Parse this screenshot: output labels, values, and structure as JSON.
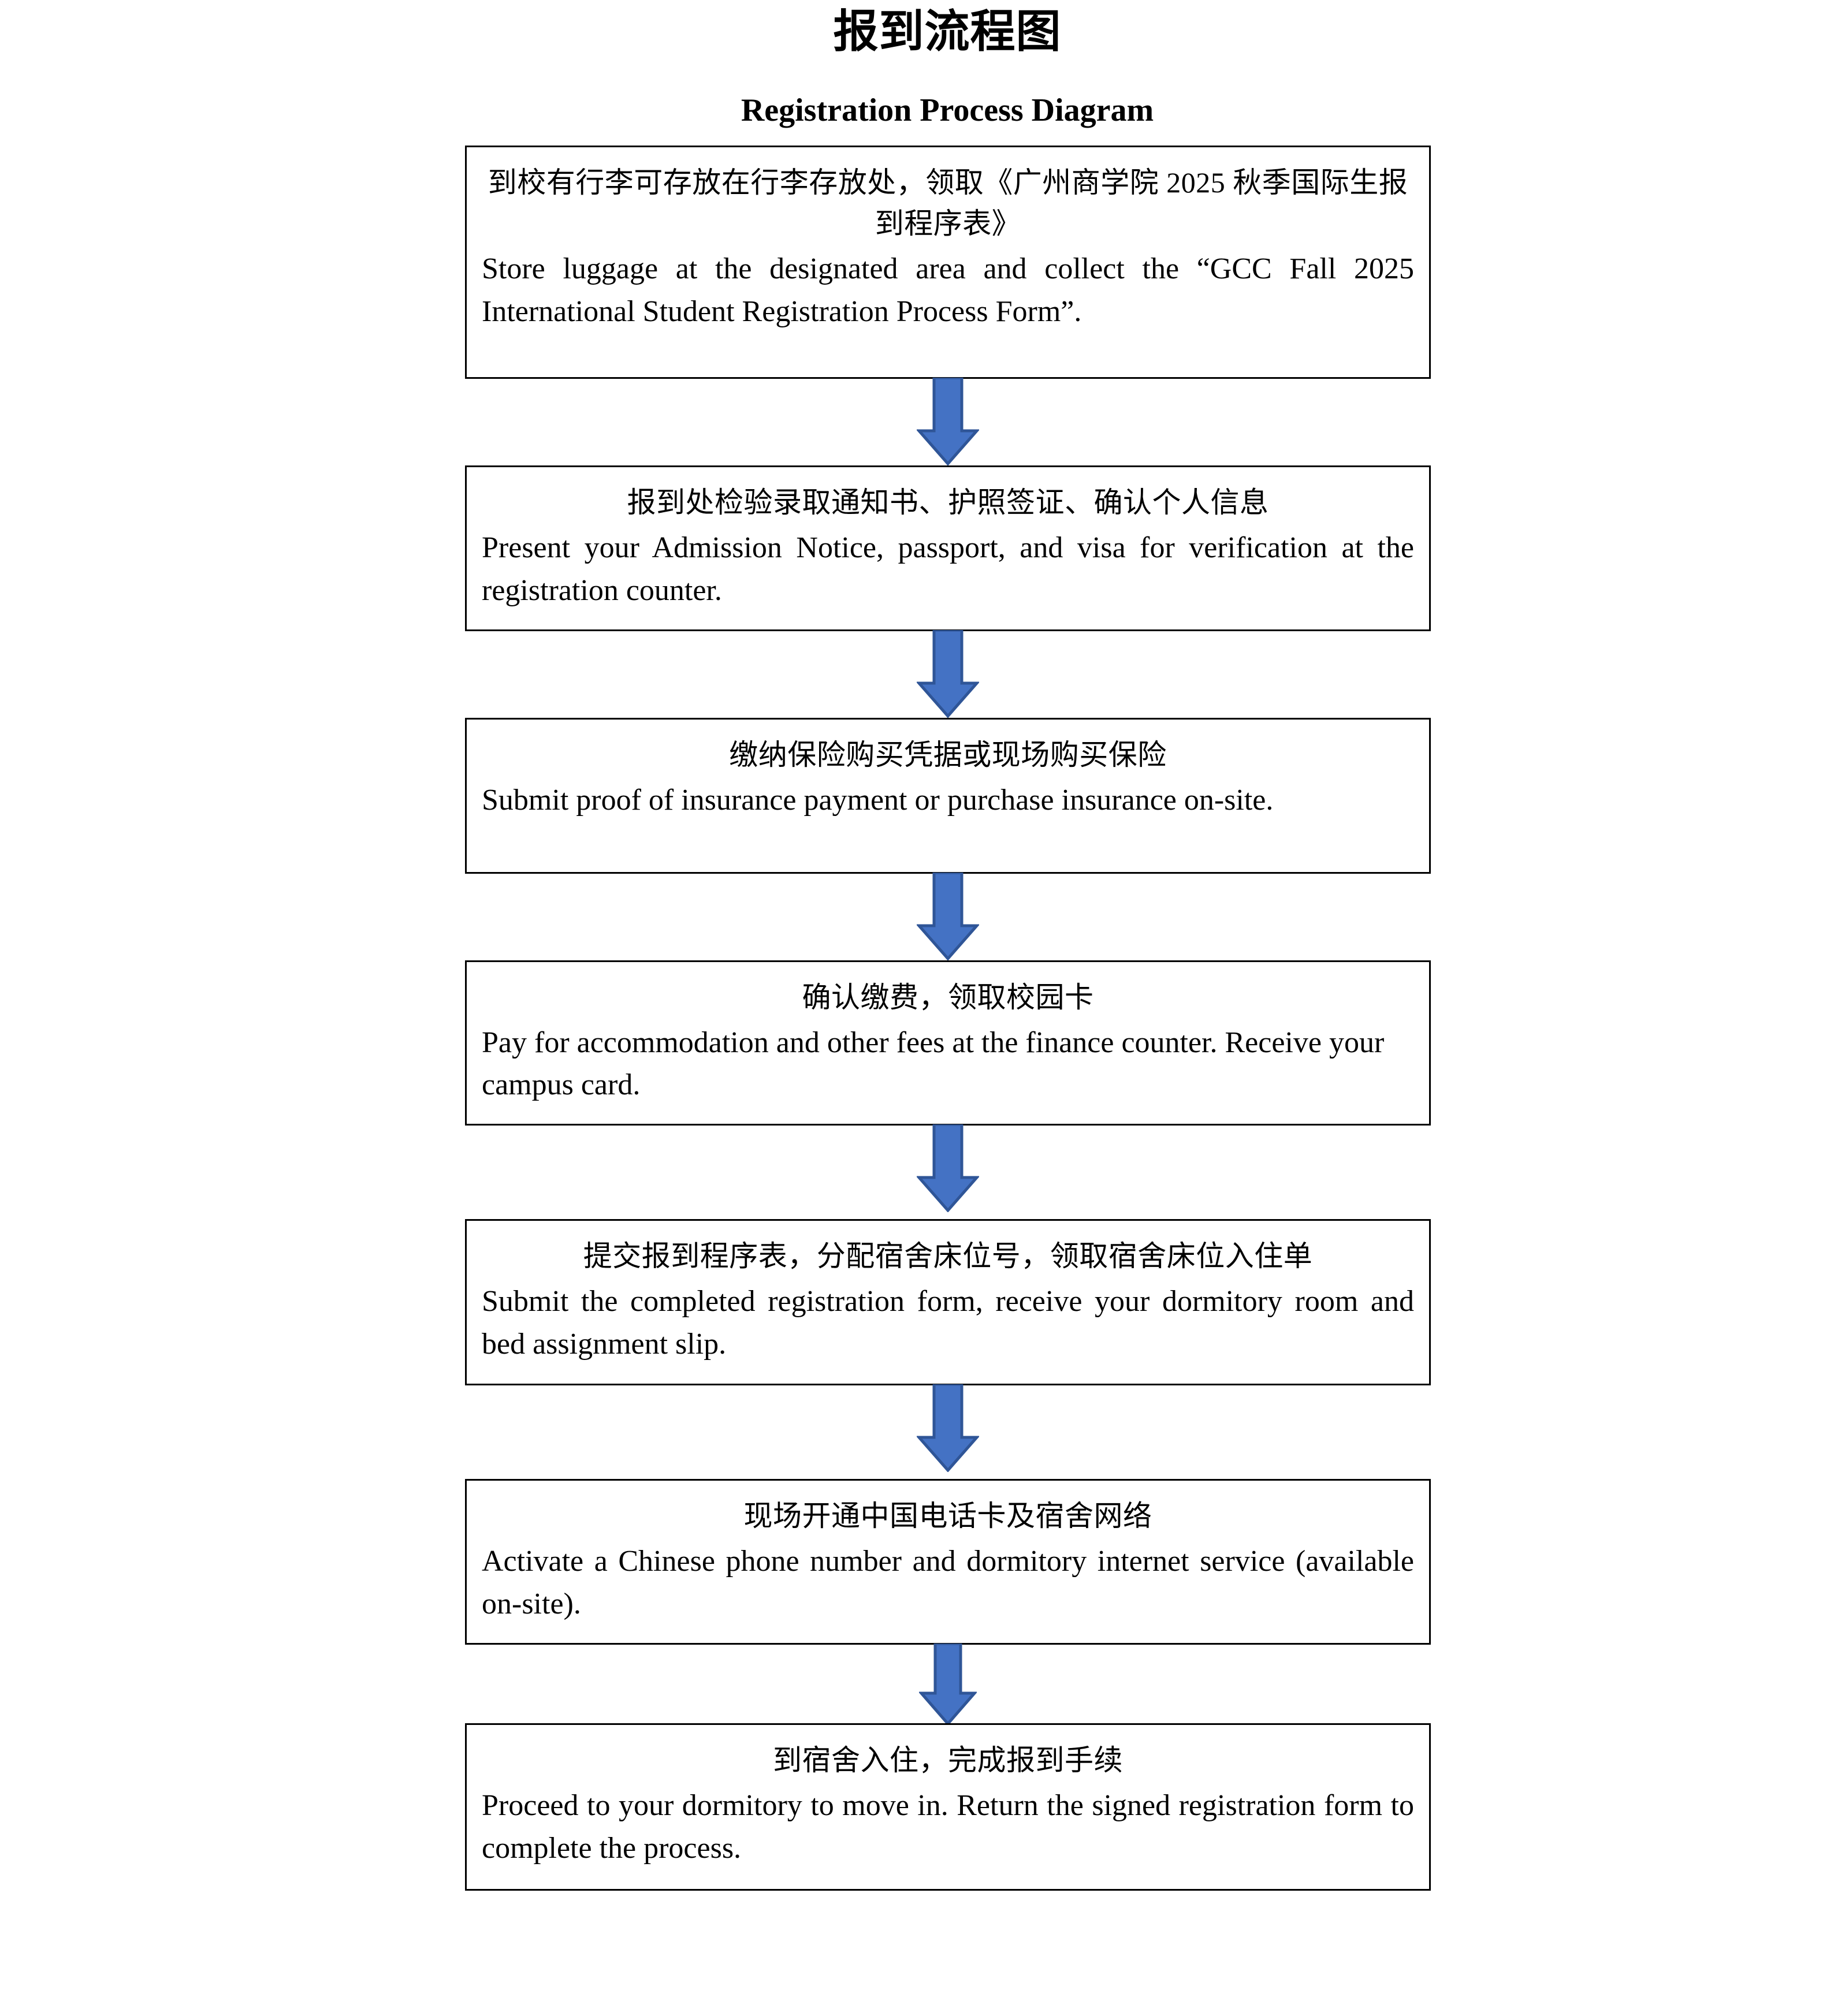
{
  "document": {
    "title_zh": "报到流程图",
    "title_en": "Registration Process Diagram"
  },
  "theme": {
    "arrow_fill": "#4472C4",
    "arrow_stroke": "#2F5597",
    "box_border": "#000000",
    "background": "#FFFFFF",
    "text": "#000000"
  },
  "flow": {
    "arrow_icon_name": "arrow-down-icon",
    "steps": [
      {
        "index": 1,
        "zh": "到校有行李可存放在行李存放处，领取《广州商学院 2025 秋季国际生报到程序表》",
        "en": "Store luggage at the designated area and collect the “GCC Fall 2025 International Student Registration Process Form”."
      },
      {
        "index": 2,
        "zh": "报到处检验录取通知书、护照签证、确认个人信息",
        "en": "Present your Admission Notice, passport, and visa for verification at the registration counter."
      },
      {
        "index": 3,
        "zh": "缴纳保险购买凭据或现场购买保险",
        "en": "Submit proof of insurance payment or purchase insurance on-site."
      },
      {
        "index": 4,
        "zh": "确认缴费，领取校园卡",
        "en": "Pay for accommodation and other fees at the finance counter. Receive your campus card."
      },
      {
        "index": 5,
        "zh": "提交报到程序表，分配宿舍床位号，领取宿舍床位入住单",
        "en": "Submit the completed registration form, receive your dormitory room and bed assignment slip."
      },
      {
        "index": 6,
        "zh": "现场开通中国电话卡及宿舍网络",
        "en": "Activate a Chinese phone number and dormitory internet service (available on-site)."
      },
      {
        "index": 7,
        "zh": "到宿舍入住，完成报到手续",
        "en": "Proceed to your dormitory to move in. Return the signed registration form to complete the process."
      }
    ]
  }
}
